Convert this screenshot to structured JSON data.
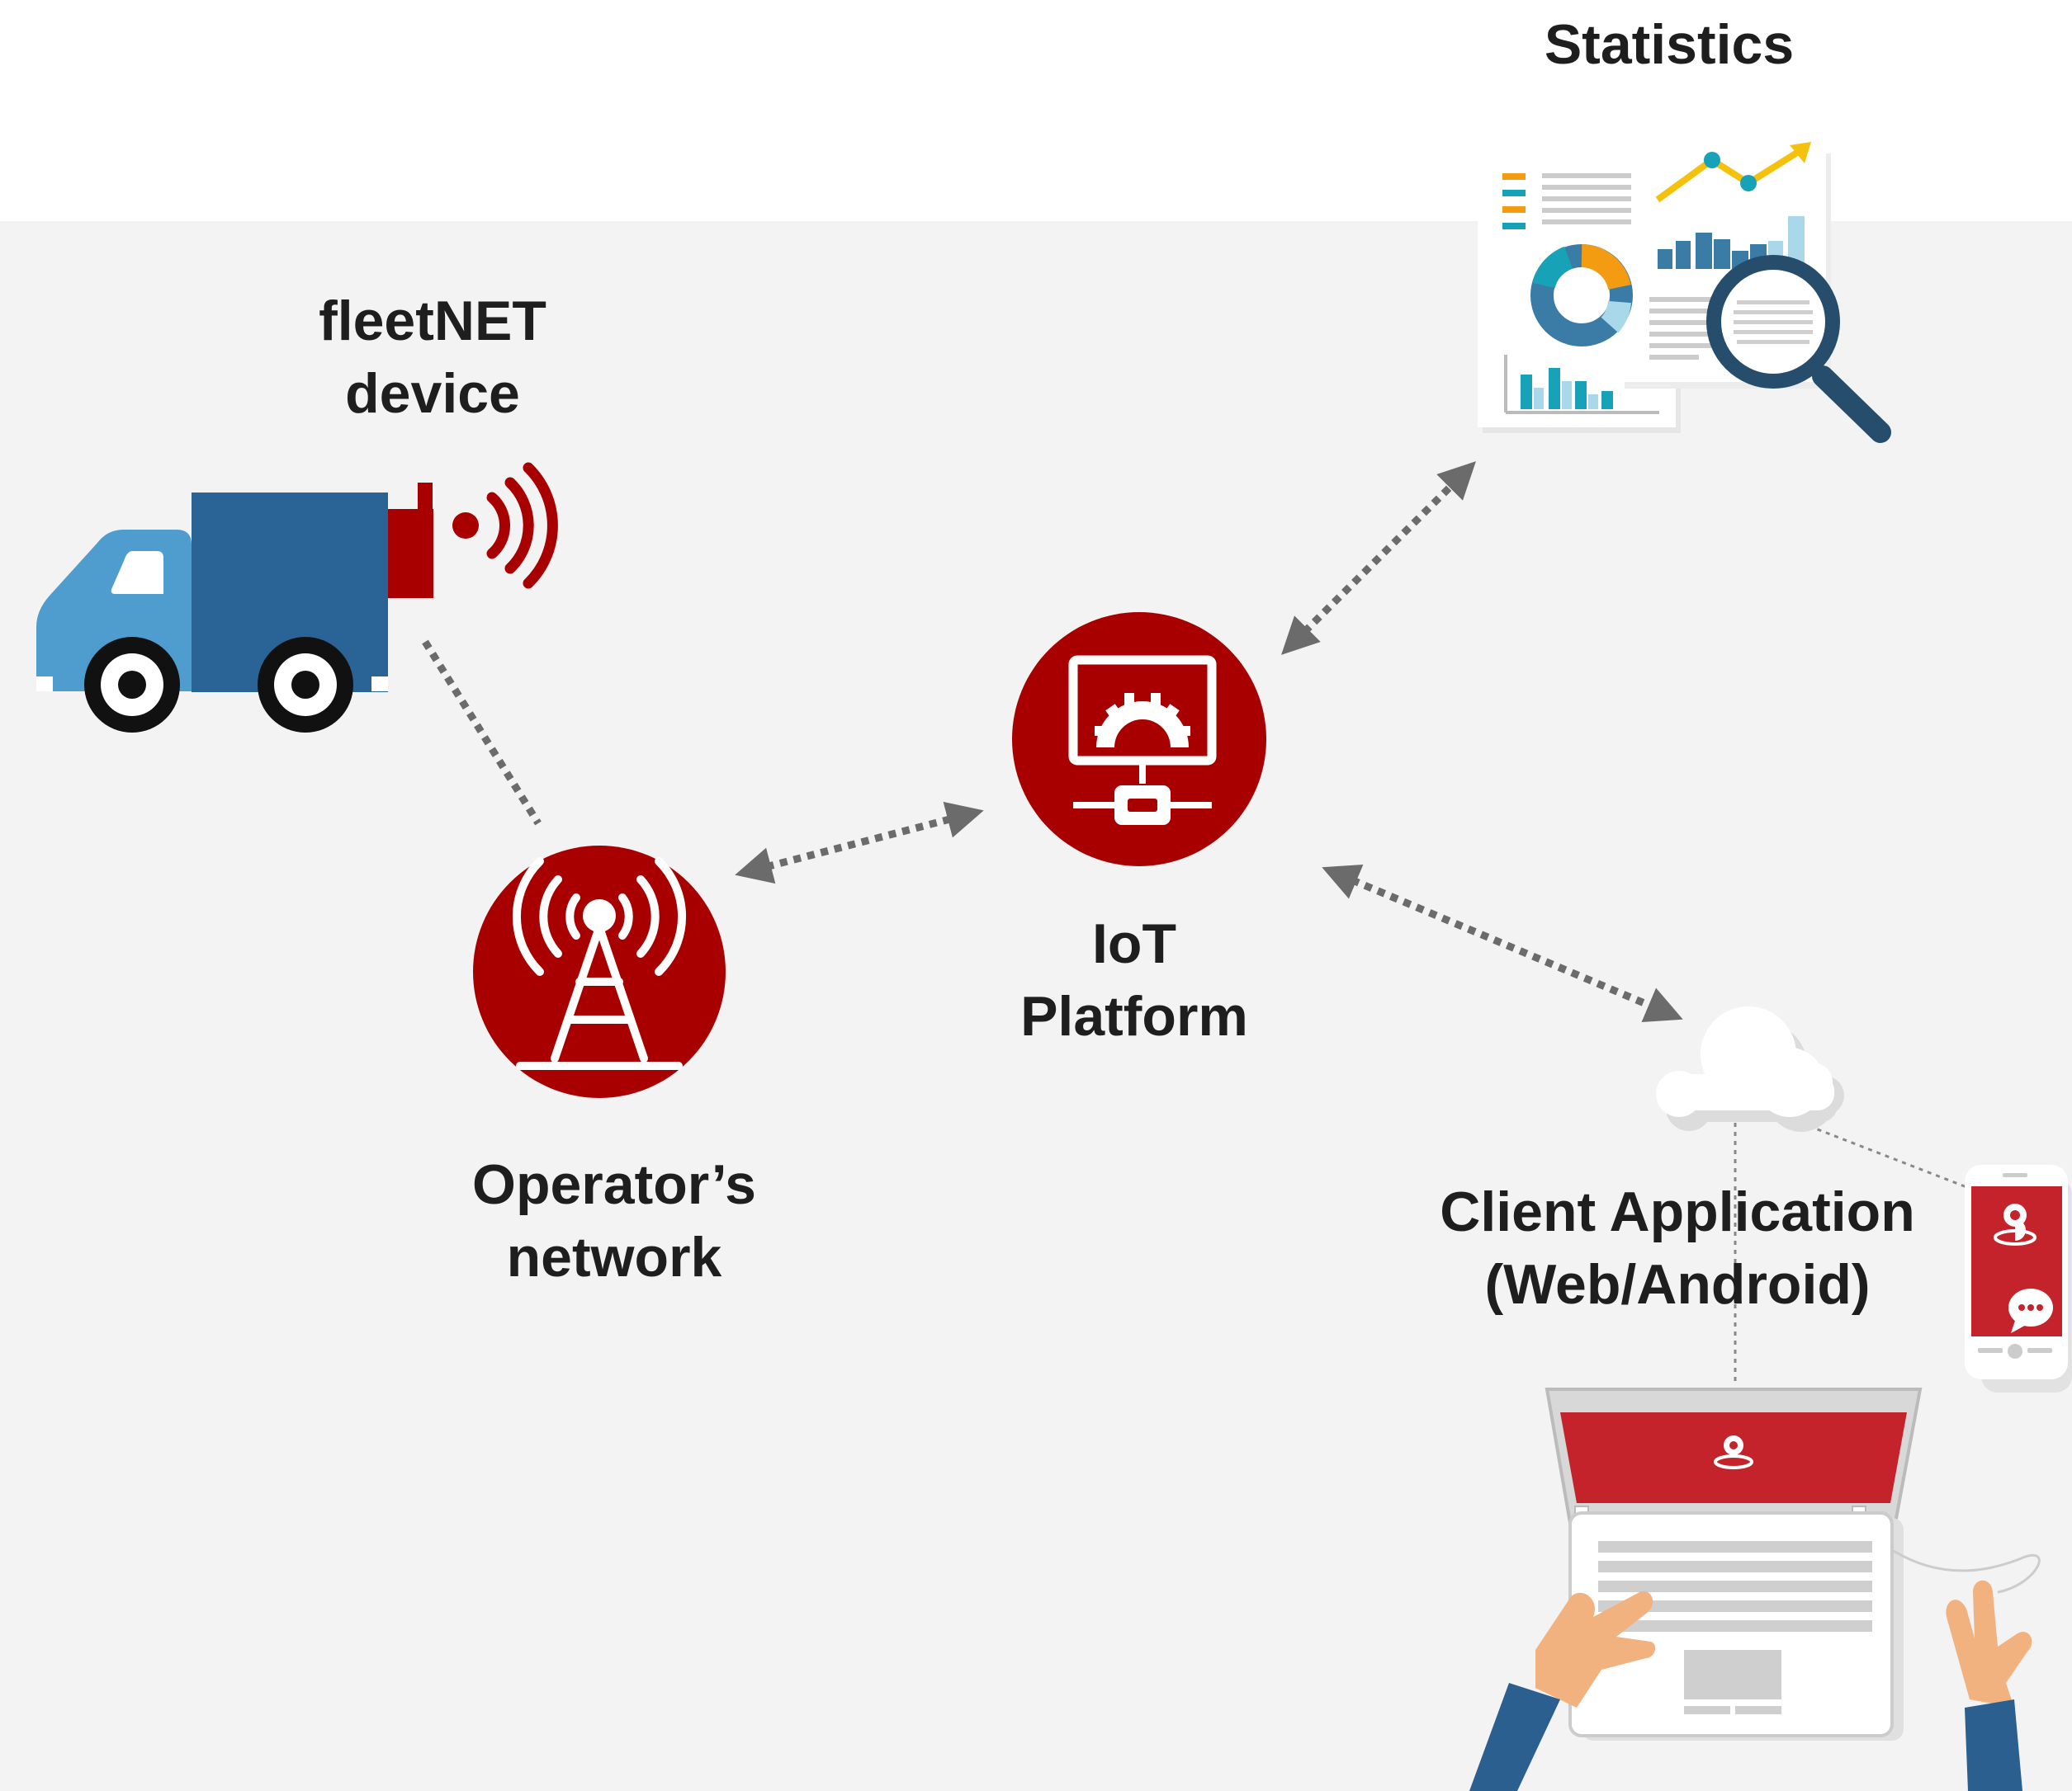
{
  "nodes": {
    "statistics": {
      "lines": [
        "Statistics"
      ]
    },
    "fleetnet_device": {
      "lines": [
        "fleetNET",
        "device"
      ]
    },
    "iot_platform": {
      "lines": [
        "IoT",
        "Platform"
      ]
    },
    "operator_network": {
      "lines": [
        "Operator’s",
        "network"
      ]
    },
    "client_application": {
      "lines": [
        "Client Application",
        "(Web/Android)"
      ]
    }
  },
  "colors": {
    "brand_red": "#a80000",
    "accent_red": "#c4232b",
    "truck_blue": "#2a6496",
    "truck_light_blue": "#4f9ccf",
    "connector_gray": "#6b6b6b",
    "background_gray": "#f3f3f3"
  },
  "icons": [
    "truck-icon",
    "signal-waves-icon",
    "cell-tower-icon",
    "platform-monitor-icon",
    "statistics-report-icon",
    "magnifier-icon",
    "cloud-icon",
    "smartphone-icon",
    "laptop-icon",
    "hands-icon"
  ]
}
